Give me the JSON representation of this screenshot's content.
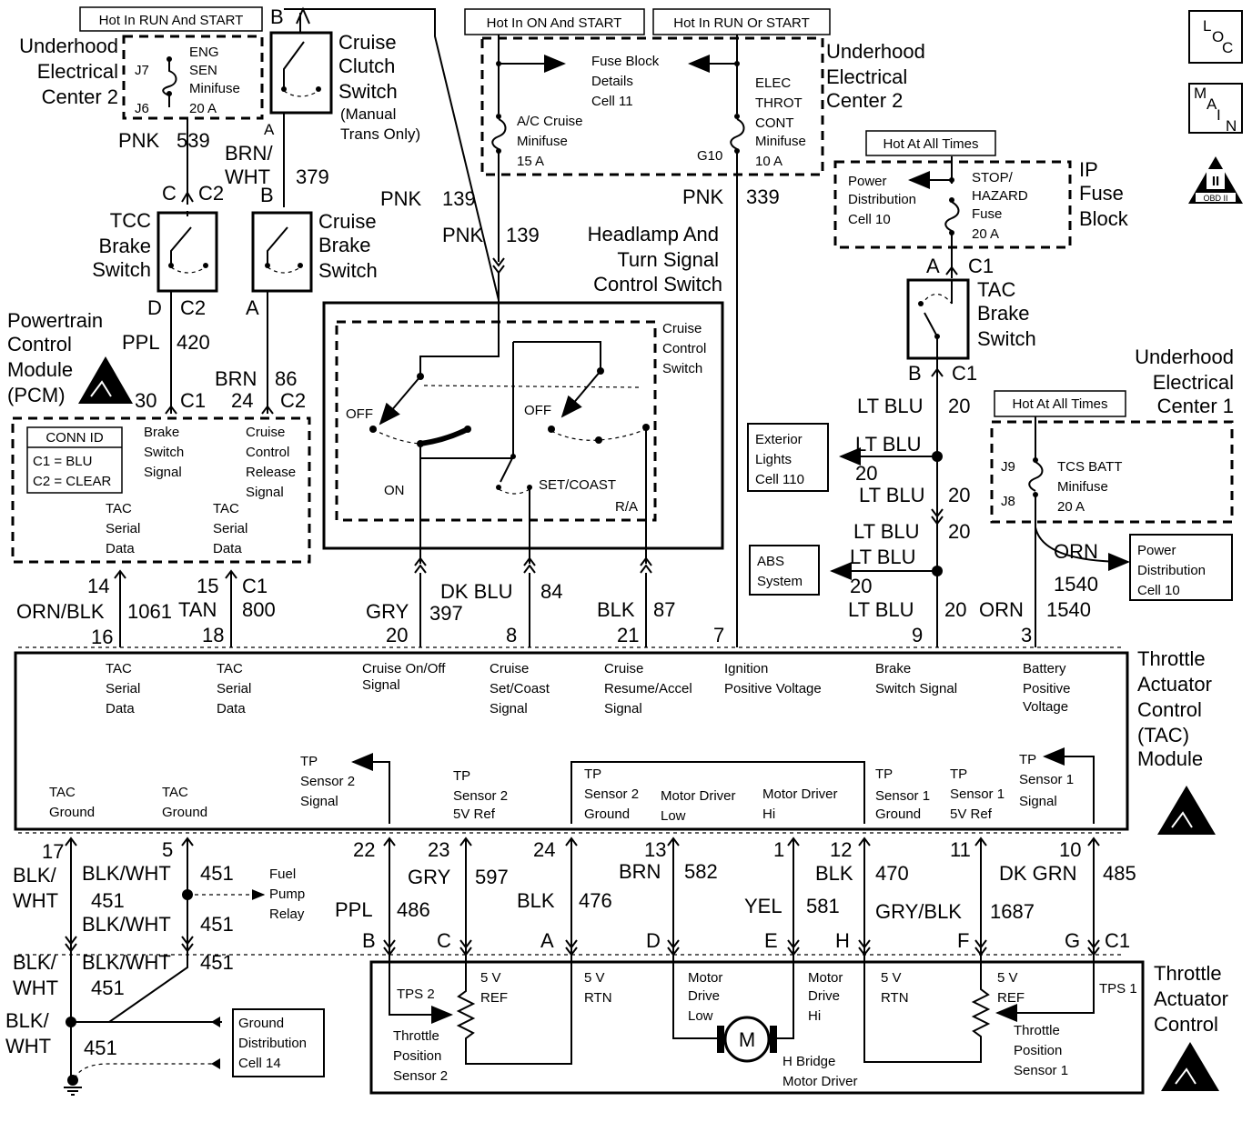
{
  "hot_labels": {
    "run_start": "Hot In RUN And START",
    "on_start": "Hot In ON And START",
    "run_or_start": "Hot In RUN Or START",
    "all_times_1": "Hot At All Times",
    "all_times_2": "Hot At All Times"
  },
  "icons": {
    "loc": [
      "L",
      "O",
      "C"
    ],
    "main": [
      "M",
      "A",
      "I",
      "N"
    ],
    "obd_num": "II",
    "obd_text": "OBD II"
  },
  "uec2_left": {
    "title": [
      "Underhood",
      "Electrical",
      "Center 2"
    ],
    "fuse": [
      "ENG",
      "SEN",
      "Minifuse",
      "20 A"
    ],
    "j_top": "J7",
    "j_bot": "J6",
    "wire": "PNK",
    "circuit": "539"
  },
  "clutch_switch": {
    "pin_top": "B",
    "pin_bot": "A",
    "title": [
      "Cruise",
      "Clutch",
      "Switch"
    ],
    "note": [
      "(Manual",
      "Trans Only)"
    ],
    "wire": [
      "BRN/",
      "WHT"
    ],
    "circuit": "379"
  },
  "tcc_switch": {
    "pin_top": "C",
    "conn_top": "C2",
    "title": [
      "TCC",
      "Brake",
      "Switch"
    ],
    "pin_bot": "D",
    "conn_bot": "C2"
  },
  "cruise_brake": {
    "pin_top": "B",
    "pin_bot": "A",
    "title": [
      "Cruise",
      "Brake",
      "Switch"
    ]
  },
  "pcm": {
    "title": [
      "Powertrain",
      "Control",
      "Module",
      "(PCM)"
    ],
    "wire_ppl": "PPL",
    "circ_420": "420",
    "wire_brn": "BRN",
    "circ_86": "86",
    "pin_30": "30",
    "c1": "C1",
    "pin_24": "24",
    "c2": "C2",
    "conn_id_title": "CONN ID",
    "conn_id_c1": "C1 = BLU",
    "conn_id_c2": "C2 = CLEAR",
    "brake_signal": [
      "Brake",
      "Switch",
      "Signal"
    ],
    "cruise_release": [
      "Cruise",
      "Control",
      "Release",
      "Signal"
    ],
    "tac_serial_1": [
      "TAC",
      "Serial",
      "Data"
    ],
    "tac_serial_2": [
      "TAC",
      "Serial",
      "Data"
    ]
  },
  "uec2_top": {
    "fuse_block": [
      "Fuse Block",
      "Details",
      "Cell 11"
    ],
    "ac_fuse": [
      "A/C Cruise",
      "Minifuse",
      "15 A"
    ],
    "elec_fuse": [
      "ELEC",
      "THROT",
      "CONT",
      "Minifuse",
      "10 A"
    ],
    "g10": "G10",
    "title": [
      "Underhood",
      "Electrical",
      "Center 2"
    ],
    "pnk139_a": "PNK",
    "c139_a": "139",
    "pnk139_b": "PNK",
    "c139_b": "139",
    "pnk339": "PNK",
    "c339": "339"
  },
  "headlamp": {
    "title": [
      "Headlamp And",
      "Turn Signal",
      "Control Switch"
    ],
    "cruise_ctrl": [
      "Cruise",
      "Control",
      "Switch"
    ],
    "off1": "OFF",
    "off2": "OFF",
    "on": "ON",
    "set_coast": "SET/COAST",
    "ra": "R/A"
  },
  "ip_fuse": {
    "power_dist": [
      "Power",
      "Distribution",
      "Cell 10"
    ],
    "fuse": [
      "STOP/",
      "HAZARD",
      "Fuse",
      "20 A"
    ],
    "title": [
      "IP",
      "Fuse",
      "Block"
    ],
    "pin_a": "A",
    "c1": "C1"
  },
  "tac_brake": {
    "title": [
      "TAC",
      "Brake",
      "Switch"
    ],
    "pin_b": "B",
    "c1": "C1",
    "wire": "LT BLU",
    "circ": "20"
  },
  "exterior": {
    "box": [
      "Exterior",
      "Lights",
      "Cell 110"
    ],
    "wire1": "LT BLU",
    "circ1": "20",
    "wire2": "LT BLU",
    "circ2": "20",
    "wire3": "LT BLU",
    "circ3": "20",
    "abs": [
      "ABS",
      "System"
    ],
    "wire4": "LT BLU",
    "circ4": "20",
    "wire5": "LT BLU",
    "circ5": "20"
  },
  "uec1": {
    "title": [
      "Underhood",
      "Electrical",
      "Center 1"
    ],
    "fuse": [
      "TCS BATT",
      "Minifuse",
      "20 A"
    ],
    "j9": "J9",
    "j8": "J8",
    "orn": "ORN",
    "c1540": "1540",
    "pdc": [
      "Power",
      "Distribution",
      "Cell 10"
    ],
    "wire_bot": "ORN",
    "circ_bot": "1540"
  },
  "row_labels": {
    "p14": "14",
    "p15": "15",
    "c1": "C1",
    "orn_blk": "ORN/BLK",
    "c1061": "1061",
    "tan": "TAN",
    "c800": "800",
    "p16": "16",
    "p18": "18",
    "gry": "GRY",
    "c397": "397",
    "p20": "20",
    "dkblu": "DK BLU",
    "c84": "84",
    "p8": "8",
    "blk": "BLK",
    "c87": "87",
    "p21": "21",
    "p7": "7",
    "p9": "9",
    "p3": "3"
  },
  "tac_module": {
    "title": [
      "Throttle",
      "Actuator",
      "Control",
      "(TAC)",
      "Module"
    ],
    "top": {
      "serial1": [
        "TAC",
        "Serial",
        "Data"
      ],
      "serial2": [
        "TAC",
        "Serial",
        "Data"
      ],
      "cruise_onoff": [
        "Cruise On/Off",
        "Signal"
      ],
      "cruise_set": [
        "Cruise",
        "Set/Coast",
        "Signal"
      ],
      "cruise_res": [
        "Cruise",
        "Resume/Accel",
        "Signal"
      ],
      "ign": [
        "Ignition",
        "Positive  Voltage"
      ],
      "brake": [
        "Brake",
        "Switch Signal"
      ],
      "batt": [
        "Battery",
        "Positive",
        "Voltage"
      ]
    },
    "bottom": {
      "gnd1": [
        "TAC",
        "Ground"
      ],
      "gnd2": [
        "TAC",
        "Ground"
      ],
      "tp2sig": [
        "TP",
        "Sensor 2",
        "Signal"
      ],
      "tp2ref": [
        "TP",
        "Sensor 2",
        "5V Ref"
      ],
      "tp2gnd": [
        "TP",
        "Sensor 2",
        "Ground"
      ],
      "mdlow": [
        "Motor Driver",
        "Low"
      ],
      "mdhi": [
        "Motor Driver",
        "Hi"
      ],
      "tp1gnd": [
        "TP",
        "Sensor 1",
        "Ground"
      ],
      "tp1ref": [
        "TP",
        "Sensor 1",
        "5V Ref"
      ],
      "tp1sig": [
        "TP",
        "Sensor 1",
        "Signal"
      ]
    }
  },
  "lower_wires": {
    "p17": "17",
    "blkwht_17": [
      "BLK/",
      "WHT"
    ],
    "p5": "5",
    "blkwht_5": "BLK/WHT",
    "c451_a": "451",
    "c451_b": "451",
    "blkwht_b": "BLK/WHT",
    "c451_c": "451",
    "fuel": [
      "Fuel",
      "Pump",
      "Relay"
    ],
    "blkwht_c": [
      "BLK/",
      "WHT"
    ],
    "blkwht_d": "BLK/WHT",
    "c451_d": "451",
    "c451_e": "451",
    "blkwht_e": [
      "BLK/",
      "WHT"
    ],
    "c451_f": "451",
    "gnd_box": [
      "Ground",
      "Distribution",
      "Cell 14"
    ],
    "p22": "22",
    "ppl": "PPL",
    "c486": "486",
    "pB": "B",
    "p23": "23",
    "gry": "GRY",
    "c597": "597",
    "pC": "C",
    "p24": "24",
    "blk": "BLK",
    "c476": "476",
    "pA": "A",
    "p13": "13",
    "brn": "BRN",
    "c582": "582",
    "pD": "D",
    "p1": "1",
    "yel": "YEL",
    "c581": "581",
    "pE": "E",
    "p12": "12",
    "blk2": "BLK",
    "c470": "470",
    "pH": "H",
    "p11": "11",
    "grybl": "GRY/BLK",
    "c1687": "1687",
    "pF": "F",
    "p10": "10",
    "dkgrn": "DK GRN",
    "c485": "485",
    "pG": "G",
    "c1": "C1"
  },
  "actuator": {
    "title": [
      "Throttle",
      "Actuator",
      "Control"
    ],
    "tps2": "TPS 2",
    "ref2": [
      "5 V",
      "REF"
    ],
    "rtn2": [
      "5 V",
      "RTN"
    ],
    "tps2_name": [
      "Throttle",
      "Position",
      "Sensor 2"
    ],
    "mdl": [
      "Motor",
      "Drive",
      "Low"
    ],
    "mdh": [
      "Motor",
      "Drive",
      "Hi"
    ],
    "motor": "M",
    "hbridge": [
      "H Bridge",
      "Motor Driver"
    ],
    "rtn1": [
      "5 V",
      "RTN"
    ],
    "ref1": [
      "5 V",
      "REF"
    ],
    "tps1": "TPS 1",
    "tps1_name": [
      "Throttle",
      "Position",
      "Sensor 1"
    ]
  }
}
